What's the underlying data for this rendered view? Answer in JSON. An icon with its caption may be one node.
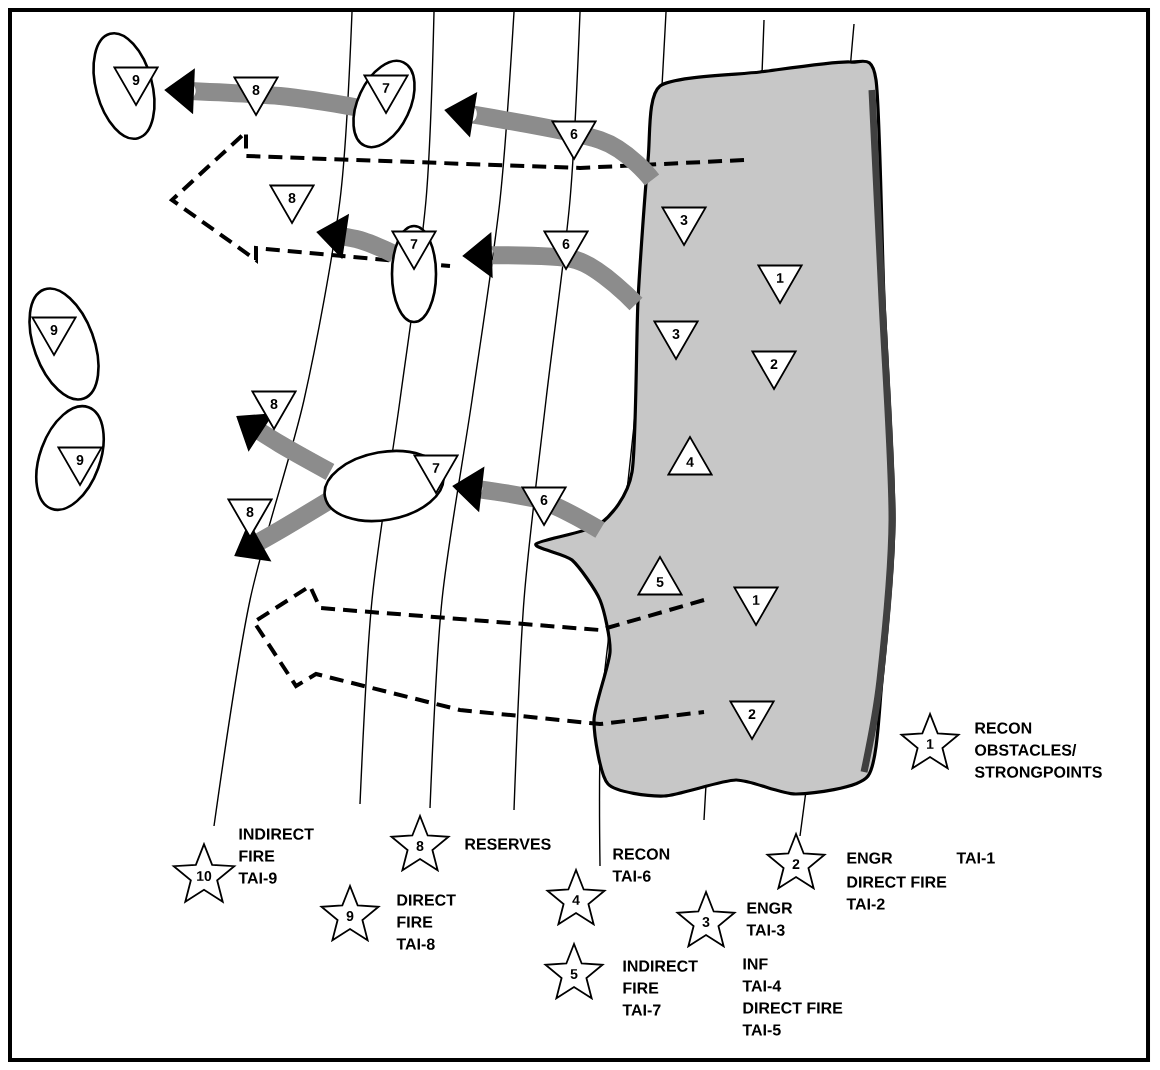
{
  "diagram": {
    "nodes": [
      {
        "text": [
          "9"
        ]
      },
      {
        "text": [
          "7"
        ]
      },
      {
        "text": [
          "8"
        ]
      },
      {
        "text": [
          "6"
        ]
      },
      {
        "text": [
          "8"
        ]
      },
      {
        "text": [
          "3"
        ]
      },
      {
        "text": [
          "7"
        ]
      },
      {
        "text": [
          "6"
        ]
      },
      {
        "text": [
          "1"
        ]
      },
      {
        "text": [
          "9"
        ]
      },
      {
        "text": [
          "3"
        ]
      },
      {
        "text": [
          "2"
        ]
      },
      {
        "text": [
          "8"
        ]
      },
      {
        "text": [
          "9"
        ]
      },
      {
        "text": [
          "7"
        ]
      },
      {
        "text": [
          "4"
        ]
      },
      {
        "text": [
          "6"
        ]
      },
      {
        "text": [
          "8"
        ]
      },
      {
        "text": [
          "5"
        ]
      },
      {
        "text": [
          "1"
        ]
      },
      {
        "text": [
          "2"
        ]
      },
      {
        "text": [
          "1"
        ],
        "beside": [
          "RECON OBSTACLES/ STRONGPOINTS"
        ]
      },
      {
        "text": [
          "8"
        ],
        "beside": [
          "RESERVES"
        ]
      },
      {
        "text": [
          "2"
        ],
        "beside": [
          "ENGR",
          "TAI-1",
          "DIRECT FIRE TAI-2"
        ]
      },
      {
        "text": [
          "10"
        ],
        "beside": [
          "INDIRECT FIRE TAI-9"
        ]
      },
      {
        "text": [
          "4"
        ],
        "beside": [
          "RECON TAI-6"
        ]
      },
      {
        "text": [
          "3"
        ],
        "beside": [
          "ENGR TAI-3",
          "INF TAI-4 DIRECT FIRE TAI-5"
        ]
      },
      {
        "text": [
          "9"
        ],
        "beside": [
          "DIRECT FIRE TAI-8"
        ]
      },
      {
        "text": [
          "5"
        ],
        "beside": [
          "INDIRECT FIRE TAI-7"
        ]
      }
    ]
  }
}
